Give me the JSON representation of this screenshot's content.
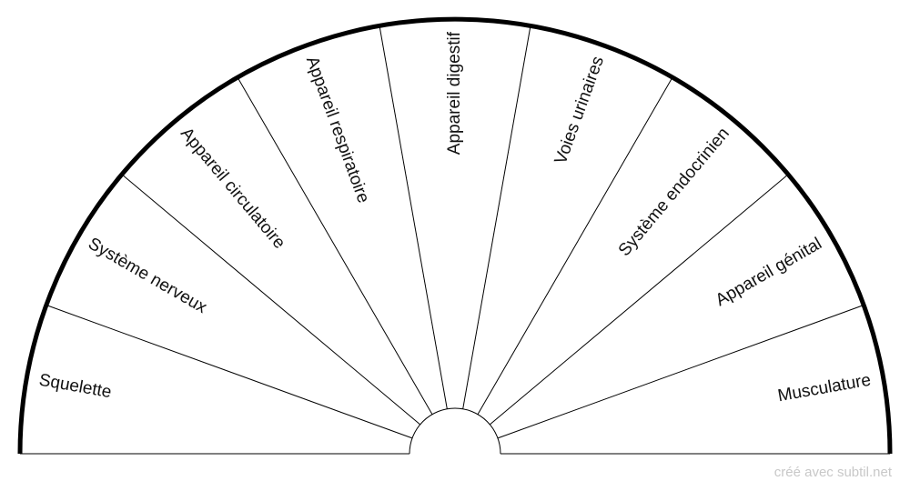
{
  "chart_data": {
    "type": "pie",
    "shape": "semicircle",
    "sectors": [
      {
        "label": "Squelette"
      },
      {
        "label": "Système nerveux"
      },
      {
        "label": "Appareil circulatoire"
      },
      {
        "label": "Appareil respiratoire"
      },
      {
        "label": "Appareil digestif"
      },
      {
        "label": "Voies urinaires"
      },
      {
        "label": "Système endocrinien"
      },
      {
        "label": "Appareil génital"
      },
      {
        "label": "Musculature"
      }
    ],
    "colors": {
      "outline": "#000000",
      "fill": "#ffffff",
      "text": "#111111"
    }
  },
  "footer": {
    "credit": "créé avec subtil.net"
  }
}
